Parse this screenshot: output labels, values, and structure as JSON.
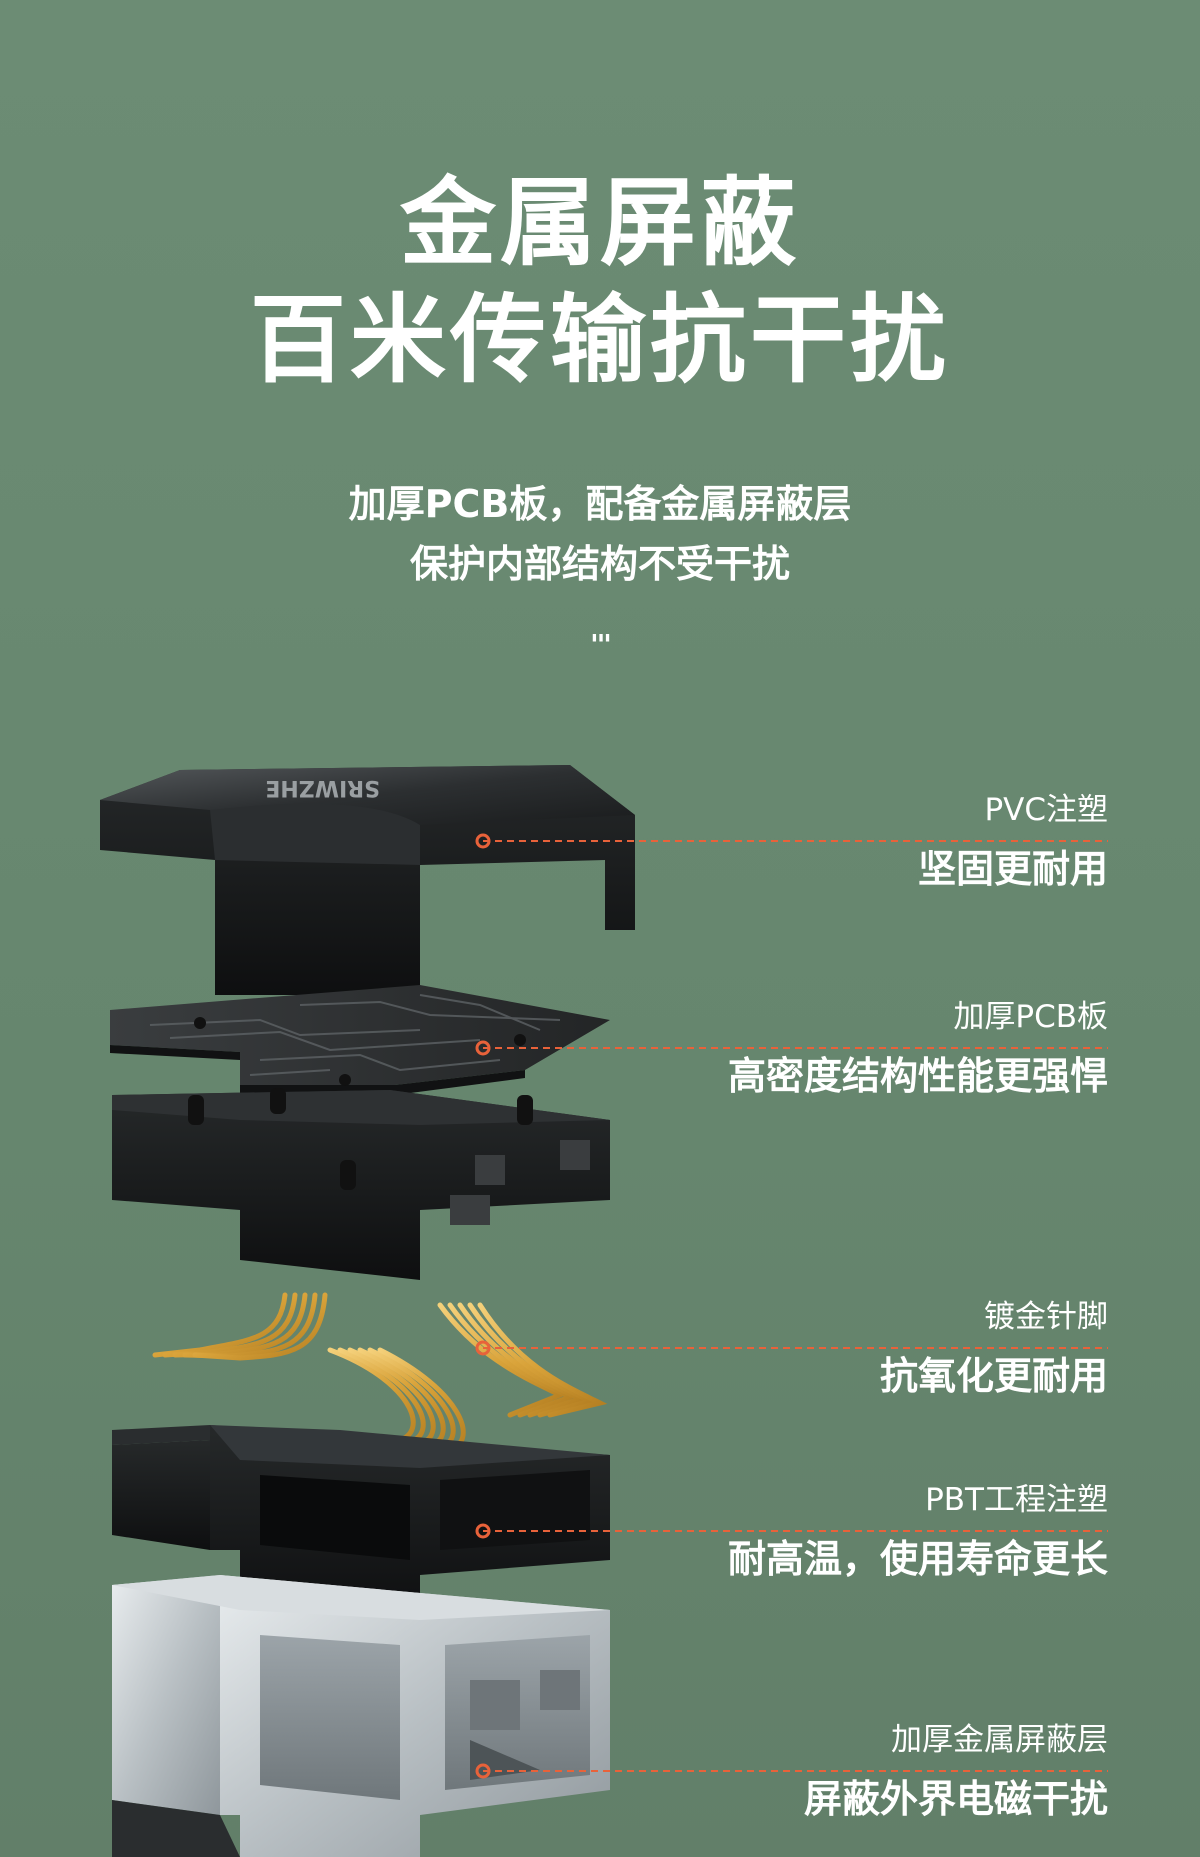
{
  "headline": {
    "line1": "金属屏蔽",
    "line2": "百米传输抗干扰"
  },
  "subtitle": {
    "line1": "加厚PCB板，配备金属屏蔽层",
    "line2": "保护内部结构不受干扰"
  },
  "scroll_hint": "'''",
  "brand_logo": "SRIWZHE",
  "callouts": [
    {
      "small": "PVC注塑",
      "big": "坚固更耐用"
    },
    {
      "small": "加厚PCB板",
      "big": "高密度结构性能更强悍"
    },
    {
      "small": "镀金针脚",
      "big": "抗氧化更耐用"
    },
    {
      "small": "PBT工程注塑",
      "big": "耐高温，使用寿命更长"
    },
    {
      "small": "加厚金属屏蔽层",
      "big": "屏蔽外界电磁干扰"
    }
  ],
  "colors": {
    "background": "#688870",
    "accent_line": "#e8623a",
    "text": "#ffffff"
  }
}
